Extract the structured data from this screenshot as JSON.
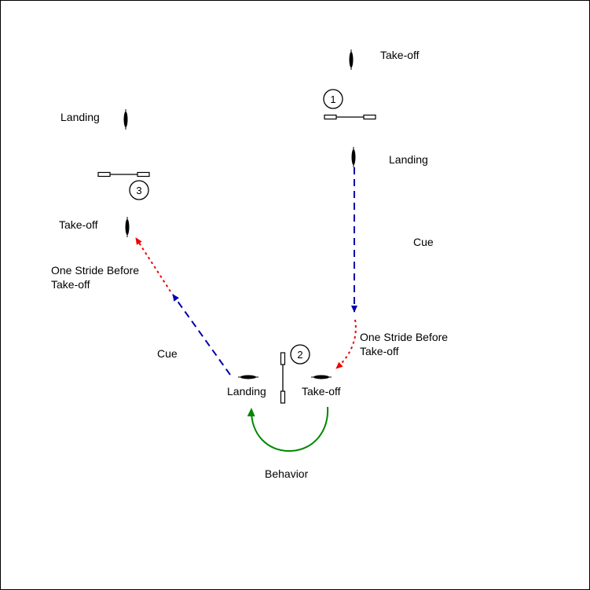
{
  "jumps": [
    {
      "number": "1",
      "takeoff_label": "Take-off",
      "landing_label": "Landing"
    },
    {
      "number": "2",
      "takeoff_label": "Take-off",
      "landing_label": "Landing"
    },
    {
      "number": "3",
      "takeoff_label": "Take-off",
      "landing_label": "Landing"
    }
  ],
  "annotations": {
    "cue_right": "Cue",
    "cue_left": "Cue",
    "stride_right": [
      "One Stride Before",
      "Take-off"
    ],
    "stride_left": [
      "One Stride Before",
      "Take-off"
    ],
    "behavior": "Behavior"
  },
  "colors": {
    "cue": "#0000aa",
    "stride": "#ee0000",
    "behavior": "#008800",
    "ink": "#000000"
  }
}
